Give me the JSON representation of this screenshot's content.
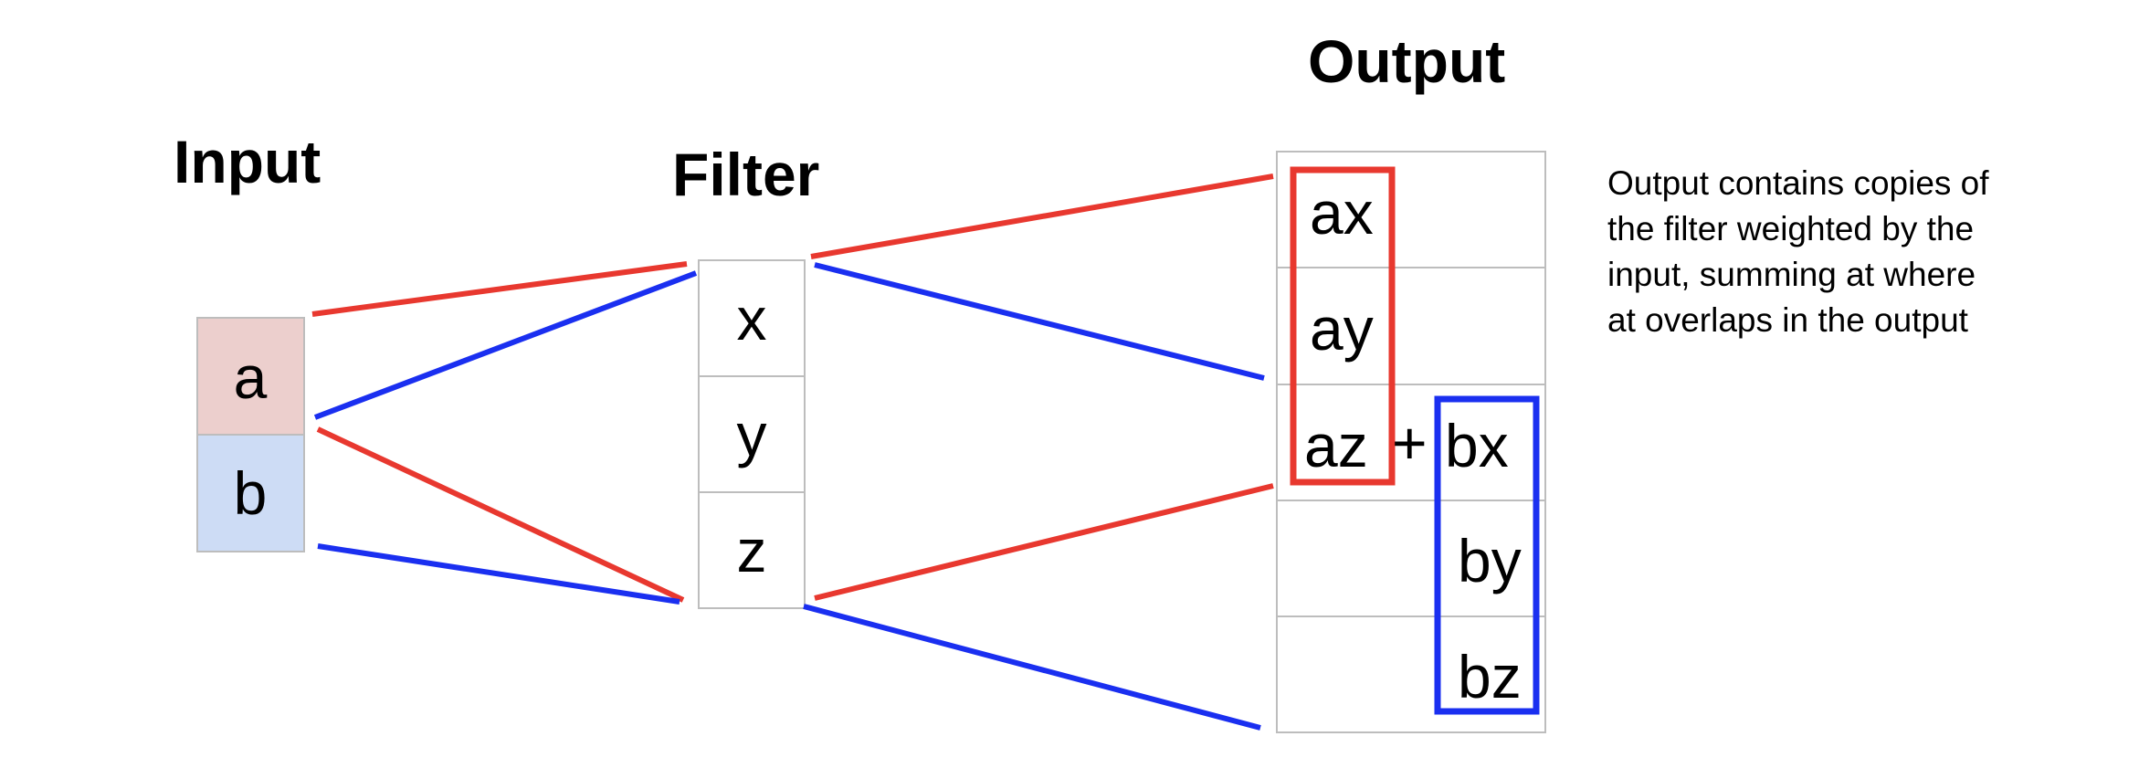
{
  "titles": {
    "input": "Input",
    "filter": "Filter",
    "output": "Output"
  },
  "input_cells": [
    "a",
    "b"
  ],
  "filter_cells": [
    "x",
    "y",
    "z"
  ],
  "output_terms": {
    "ax": "ax",
    "ay": "ay",
    "az": "az",
    "plus": "+",
    "bx": "bx",
    "by": "by",
    "bz": "bz"
  },
  "note": "Output contains copies of the filter weighted by the input, summing at where at overlaps in the output",
  "colors": {
    "red": "#e8382f",
    "blue": "#1a2ff0",
    "cell_a_fill": "#eccfcd",
    "cell_b_fill": "#cddcf5",
    "grid": "#bdbdbd"
  }
}
